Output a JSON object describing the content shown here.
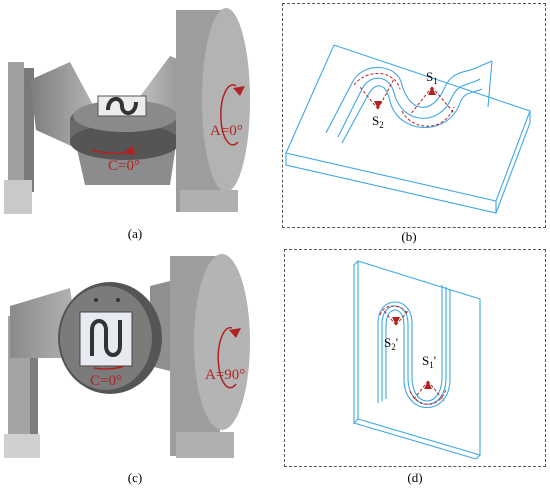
{
  "figure": {
    "captions": {
      "a": "(a)",
      "b": "(b)",
      "c": "(c)",
      "d": "(d)"
    },
    "panel_a": {
      "a_label": "A=0°",
      "c_label": "C=0°"
    },
    "panel_b": {
      "s1_label": "S",
      "s1_sub": "1",
      "s2_label": "S",
      "s2_sub": "2"
    },
    "panel_c": {
      "a_label": "A=90°",
      "c_label": "C=0°"
    },
    "panel_d": {
      "s1_label": "S",
      "s1_sub": "1",
      "s1_prime": "'",
      "s2_label": "S",
      "s2_sub": "2",
      "s2_prime": "'"
    }
  },
  "colors": {
    "machine_gray": "#9a9a9a",
    "machine_dark": "#6e6e6e",
    "annotation_red": "#b22222",
    "workpiece_blue": "#3fa7e6"
  }
}
